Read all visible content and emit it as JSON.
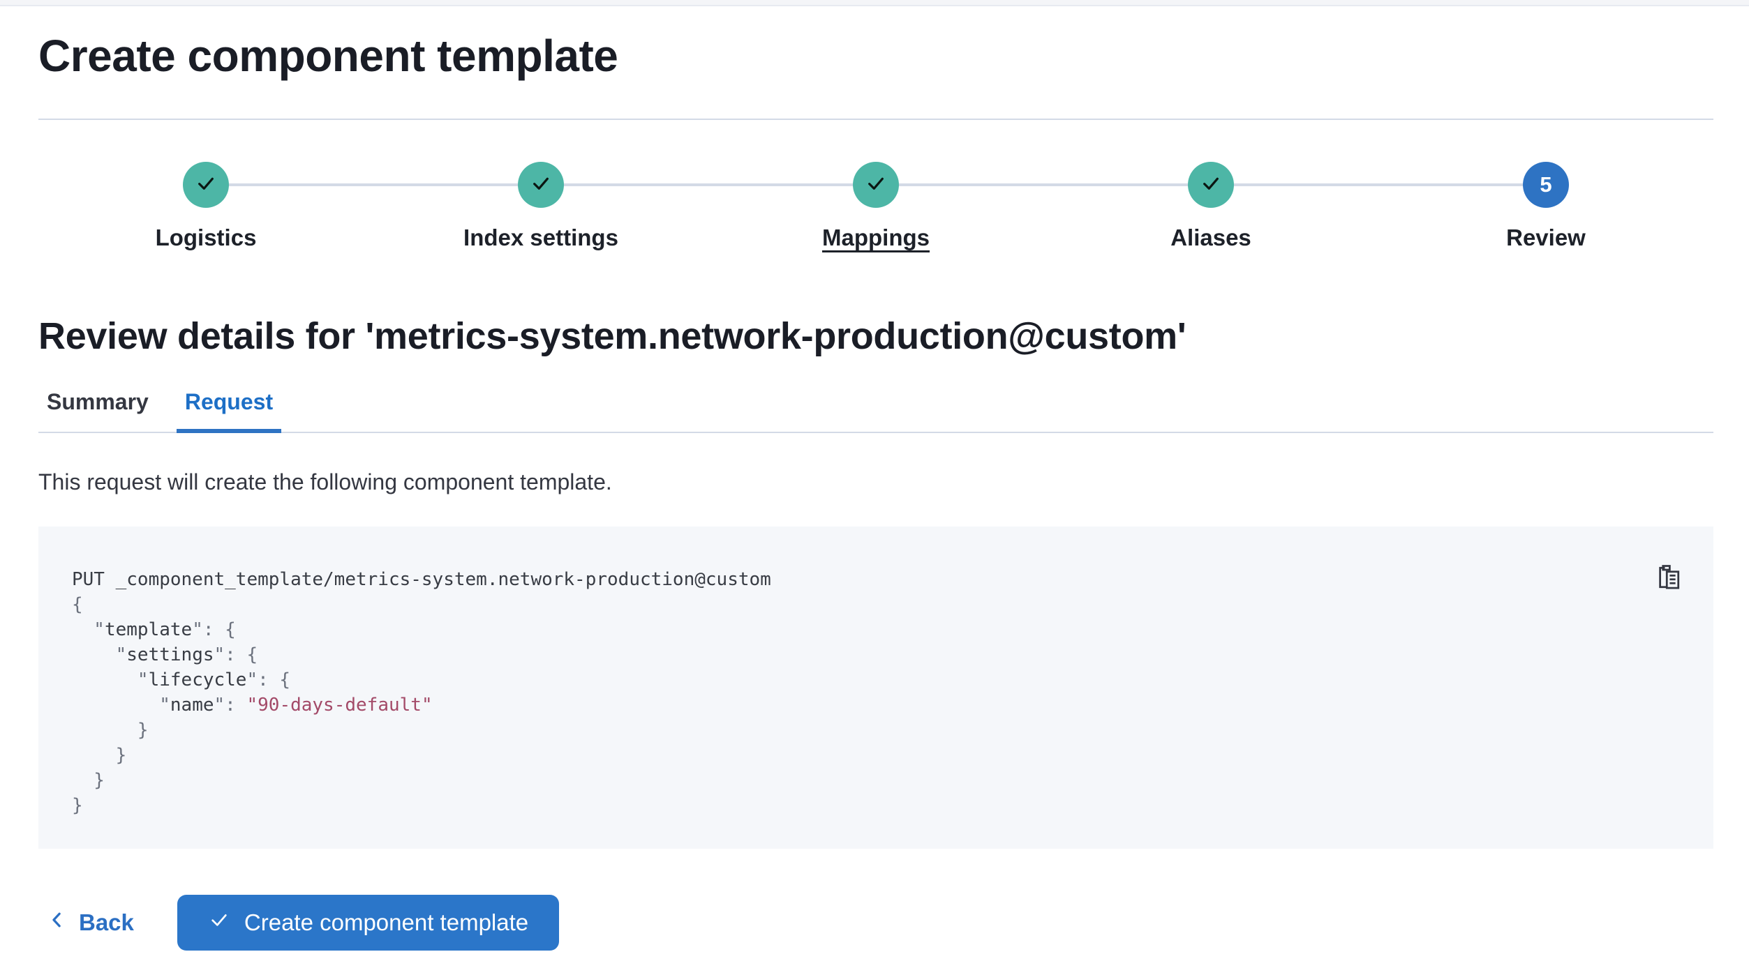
{
  "page": {
    "title": "Create component template"
  },
  "stepper": {
    "steps": [
      {
        "label": "Logistics",
        "status": "complete",
        "underlined": false
      },
      {
        "label": "Index settings",
        "status": "complete",
        "underlined": false
      },
      {
        "label": "Mappings",
        "status": "complete",
        "underlined": true
      },
      {
        "label": "Aliases",
        "status": "complete",
        "underlined": false
      },
      {
        "label": "Review",
        "status": "current",
        "number": "5",
        "underlined": false
      }
    ]
  },
  "review": {
    "heading": "Review details for 'metrics-system.network-production@custom'",
    "tabs": [
      {
        "label": "Summary",
        "selected": false
      },
      {
        "label": "Request",
        "selected": true
      }
    ],
    "description": "This request will create the following component template."
  },
  "code": {
    "copy_icon": "copy-clipboard-icon",
    "lines": [
      [
        {
          "c": "plain",
          "t": "PUT _component_template/metrics-system.network-production@custom"
        }
      ],
      [
        {
          "c": "punct",
          "t": "{"
        }
      ],
      [
        {
          "c": "punct",
          "t": "  \""
        },
        {
          "c": "key",
          "t": "template"
        },
        {
          "c": "punct",
          "t": "\": {"
        }
      ],
      [
        {
          "c": "punct",
          "t": "    \""
        },
        {
          "c": "key",
          "t": "settings"
        },
        {
          "c": "punct",
          "t": "\": {"
        }
      ],
      [
        {
          "c": "punct",
          "t": "      \""
        },
        {
          "c": "key",
          "t": "lifecycle"
        },
        {
          "c": "punct",
          "t": "\": {"
        }
      ],
      [
        {
          "c": "punct",
          "t": "        \""
        },
        {
          "c": "key",
          "t": "name"
        },
        {
          "c": "punct",
          "t": "\": "
        },
        {
          "c": "str",
          "t": "\"90-days-default\""
        }
      ],
      [
        {
          "c": "punct",
          "t": "      }"
        }
      ],
      [
        {
          "c": "punct",
          "t": "    }"
        }
      ],
      [
        {
          "c": "punct",
          "t": "  }"
        }
      ],
      [
        {
          "c": "punct",
          "t": "}"
        }
      ]
    ]
  },
  "footer": {
    "back_label": "Back",
    "create_label": "Create component template"
  },
  "colors": {
    "accent_blue": "#2b76c9",
    "tab_blue": "#1d6fc6",
    "step_complete_teal": "#4db6a6",
    "step_current_blue": "#2e73c3",
    "divider_gray": "#d3dae6",
    "code_background": "#f5f7fa",
    "code_string": "#a34a68",
    "text_dark": "#1a1d26",
    "text_body": "#343741"
  }
}
